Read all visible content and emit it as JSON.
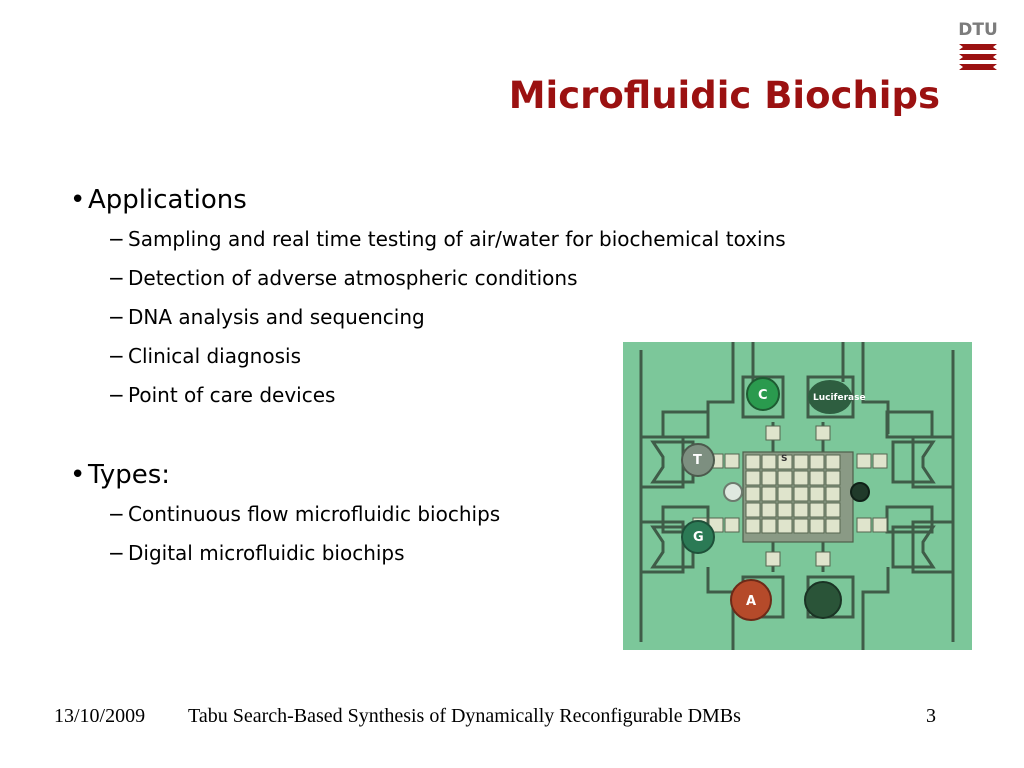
{
  "slide": {
    "title": "Microfluidic Biochips",
    "logo_text": "DTU",
    "colors": {
      "title": "#9b1111",
      "logo": "#7c7c7c",
      "chip_green": "#7cc79a"
    },
    "bullets": [
      {
        "label": "Applications",
        "items": [
          "Sampling and real time testing of air/water for biochemical toxins",
          "Detection of adverse atmospheric conditions",
          "DNA analysis and sequencing",
          "Clinical diagnosis",
          "Point of care devices"
        ]
      },
      {
        "label": "Types:",
        "items": [
          "Continuous flow microfluidic biochips",
          "Digital microfluidic biochips"
        ]
      }
    ],
    "bullet_glyph": "•",
    "dash_glyph": "−",
    "chip_labels": {
      "c": "C",
      "luciferase": "Luciferase",
      "t": "T",
      "s": "S",
      "g": "G",
      "a": "A"
    }
  },
  "footer": {
    "date": "13/10/2009",
    "title": "Tabu Search-Based Synthesis of Dynamically Reconfigurable DMBs",
    "page": "3"
  }
}
